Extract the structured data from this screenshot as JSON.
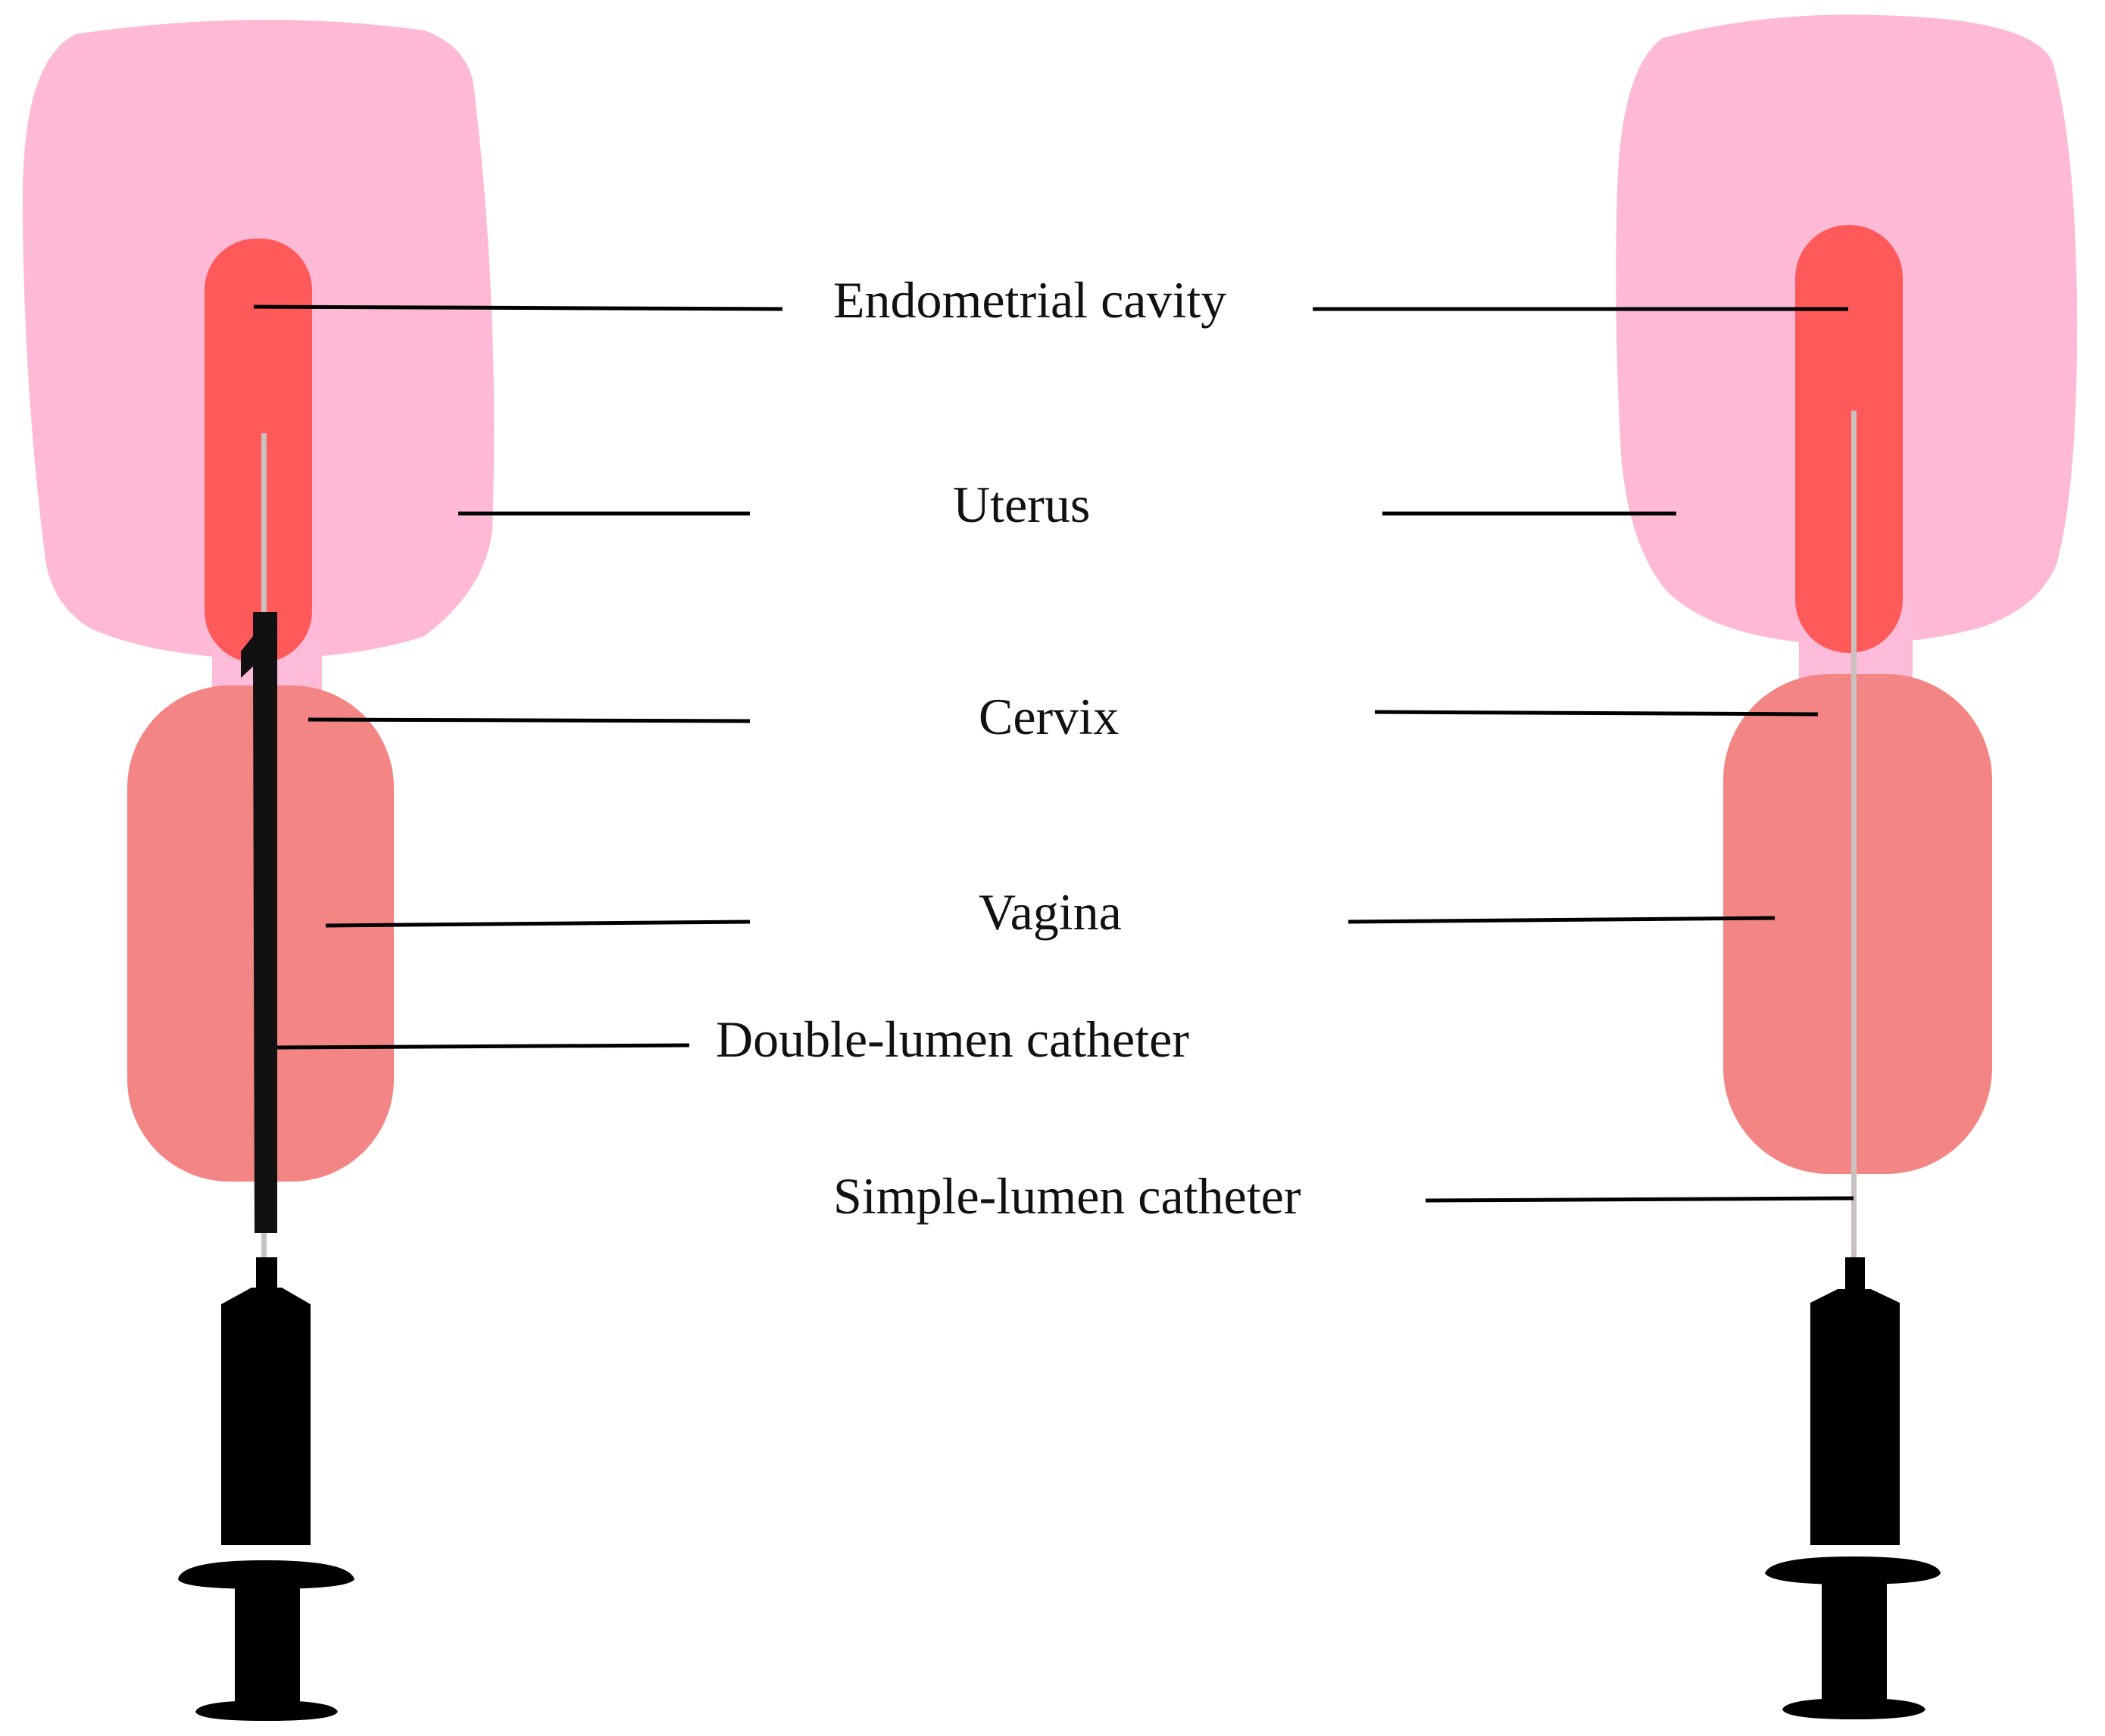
{
  "labels": {
    "endometrial_cavity": "Endometrial cavity",
    "uterus": "Uterus",
    "cervix": "Cervix",
    "vagina": "Vagina",
    "double_lumen_catheter": "Double-lumen catheter",
    "simple_lumen_catheter": "Simple-lumen catheter"
  },
  "colors": {
    "uterus": "#FDB9D6",
    "endometrial_cavity": "#FF5959",
    "cervix": "#FBBBD9",
    "vagina": "#F38585",
    "catheter": "#111111",
    "inner_catheter": "#C9C0C0",
    "syringe": "#000000",
    "leader_line": "#000000"
  }
}
